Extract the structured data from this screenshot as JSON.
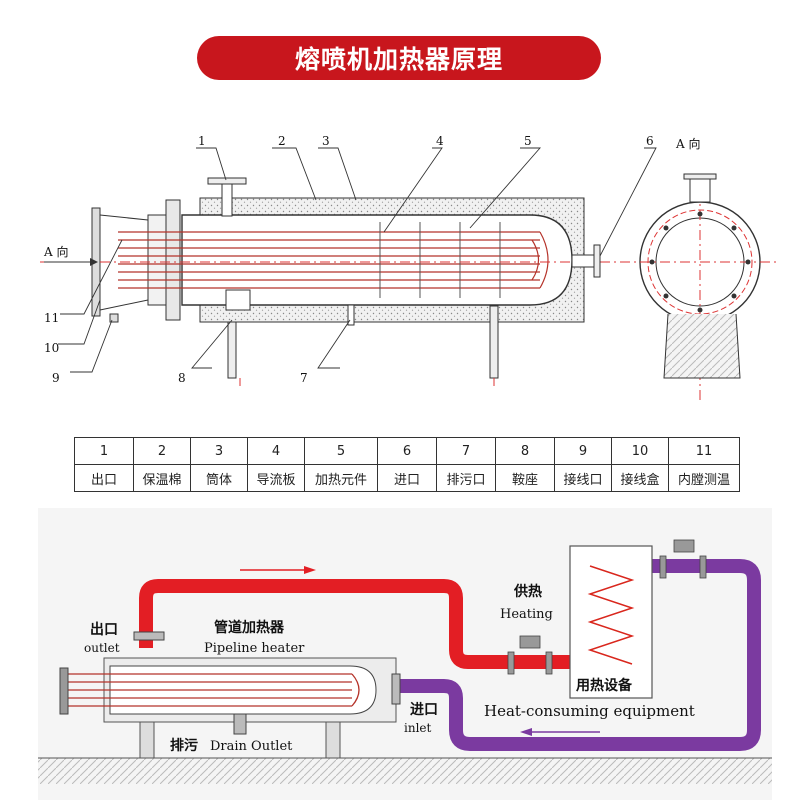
{
  "title": "熔喷机加热器原理",
  "drawing": {
    "view_label_left": "A 向",
    "view_label_right": "A 向",
    "callouts": [
      "1",
      "2",
      "3",
      "4",
      "5",
      "6",
      "7",
      "8",
      "9",
      "10",
      "11"
    ]
  },
  "parts_table": {
    "numbers": [
      "1",
      "2",
      "3",
      "4",
      "5",
      "6",
      "7",
      "8",
      "9",
      "10",
      "11"
    ],
    "names": [
      "出口",
      "保温棉",
      "筒体",
      "导流板",
      "加热元件",
      "进口",
      "排污口",
      "鞍座",
      "接线口",
      "接线盒",
      "内膛测温"
    ]
  },
  "flow_diagram": {
    "outlet_cn": "出口",
    "outlet_en": "outlet",
    "heater_cn": "管道加热器",
    "heater_en": "Pipeline heater",
    "heating_cn": "供热",
    "heating_en": "Heating",
    "equipment_cn": "用热设备",
    "equipment_en": "Heat-consuming equipment",
    "inlet_cn": "进口",
    "inlet_en": "inlet",
    "drain_cn": "排污",
    "drain_en": "Drain Outlet"
  },
  "colors": {
    "banner": "#c8161d",
    "hot_pipe": "#e31e24",
    "cold_pipe": "#7b3aa0",
    "heater_red": "#d9261c"
  }
}
